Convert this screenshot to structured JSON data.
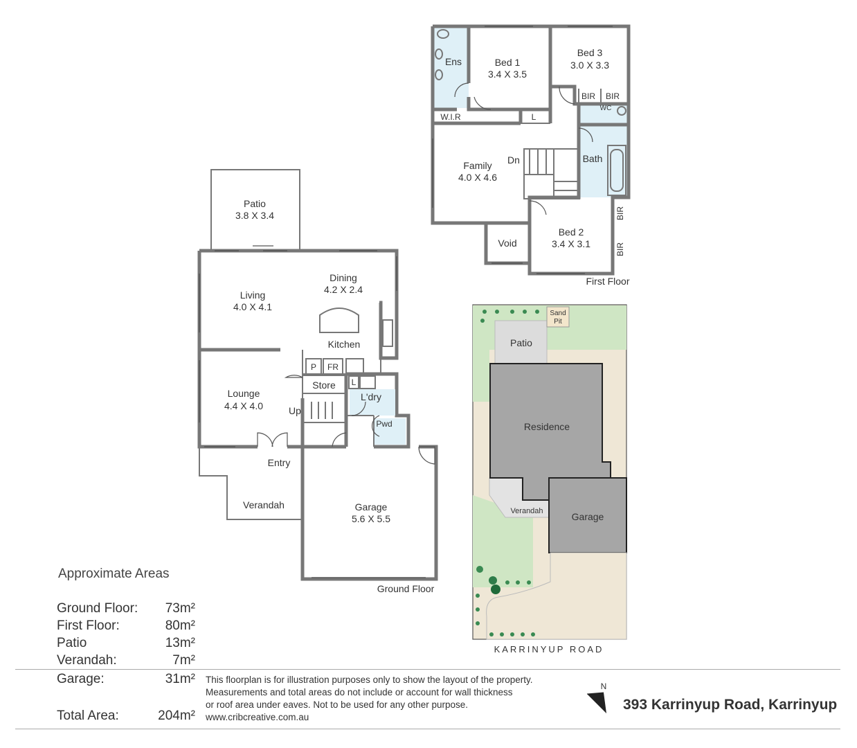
{
  "ground_floor": {
    "title": "Ground Floor",
    "rooms": {
      "patio": {
        "name": "Patio",
        "dims": "3.8 X 3.4"
      },
      "living": {
        "name": "Living",
        "dims": "4.0 X 4.1"
      },
      "dining": {
        "name": "Dining",
        "dims": "4.2 X 2.4"
      },
      "kitchen": {
        "name": "Kitchen"
      },
      "pantry": {
        "name": "P"
      },
      "fridge": {
        "name": "FR"
      },
      "store": {
        "name": "Store"
      },
      "linen": {
        "name": "L"
      },
      "laundry": {
        "name": "L'dry"
      },
      "powder": {
        "name": "Pwd"
      },
      "lounge": {
        "name": "Lounge",
        "dims": "4.4 X 4.0"
      },
      "up": {
        "name": "Up"
      },
      "entry": {
        "name": "Entry"
      },
      "verandah": {
        "name": "Verandah"
      },
      "garage": {
        "name": "Garage",
        "dims": "5.6 X 5.5"
      }
    }
  },
  "first_floor": {
    "title": "First Floor",
    "rooms": {
      "ens": {
        "name": "Ens"
      },
      "bed1": {
        "name": "Bed 1",
        "dims": "3.4 X 3.5"
      },
      "bed3": {
        "name": "Bed 3",
        "dims": "3.0 X 3.3"
      },
      "bir1": {
        "name": "BIR"
      },
      "bir2": {
        "name": "BIR"
      },
      "wc": {
        "name": "WC"
      },
      "wir": {
        "name": "W.I.R"
      },
      "linen": {
        "name": "L"
      },
      "family": {
        "name": "Family",
        "dims": "4.0 X 4.6"
      },
      "dn": {
        "name": "Dn"
      },
      "bath": {
        "name": "Bath"
      },
      "bir3": {
        "name": "BIR"
      },
      "bir4": {
        "name": "BIR"
      },
      "void": {
        "name": "Void"
      },
      "bed2": {
        "name": "Bed 2",
        "dims": "3.4 X 3.1"
      }
    }
  },
  "site_plan": {
    "sand_pit_line1": "Sand",
    "sand_pit_line2": "Pit",
    "patio": "Patio",
    "residence": "Residence",
    "verandah": "Verandah",
    "garage": "Garage",
    "street": "KARRINYUP ROAD"
  },
  "areas": {
    "title": "Approximate Areas",
    "rows": [
      {
        "label": "Ground Floor:",
        "value": "73m²"
      },
      {
        "label": "First Floor:",
        "value": "80m²"
      },
      {
        "label": "Patio",
        "value": "13m²"
      },
      {
        "label": "Verandah:",
        "value": "7m²"
      },
      {
        "label": "Garage:",
        "value": "31m²"
      }
    ],
    "total": {
      "label": "Total Area:",
      "value": "204m²"
    }
  },
  "disclaimer": {
    "line1": "This floorplan is for illustration purposes only to show the layout of the property.",
    "line2": "Measurements and total areas do not include or account for wall thickness",
    "line3": "or roof area under eaves. Not to be used for any other purpose.",
    "line4": "www.cribcreative.com.au"
  },
  "compass": {
    "letter": "N"
  },
  "address": "393 Karrinyup Road, Karrinyup",
  "colors": {
    "wall": "#777777",
    "lawn": "#cfe6c4",
    "paving": "#efe7d6",
    "roof": "#a6a6a6",
    "tile": "#dff0f7"
  }
}
